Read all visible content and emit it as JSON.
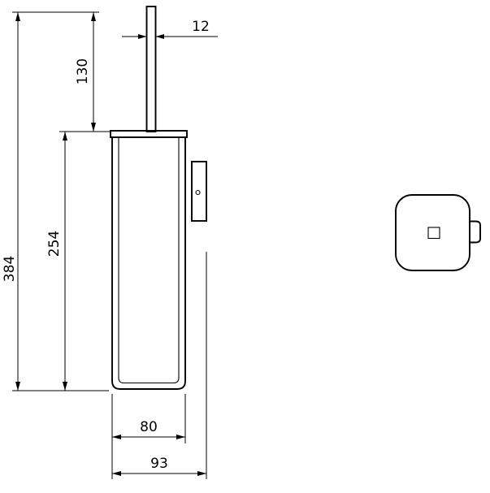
{
  "meta": {
    "background_color": "#ffffff",
    "line_color": "#000000"
  },
  "dimensions": {
    "handle_width": "12",
    "handle_exposed_length": "130",
    "body_height": "254",
    "total_height": "384",
    "body_width": "80",
    "total_depth_with_bracket": "93"
  }
}
